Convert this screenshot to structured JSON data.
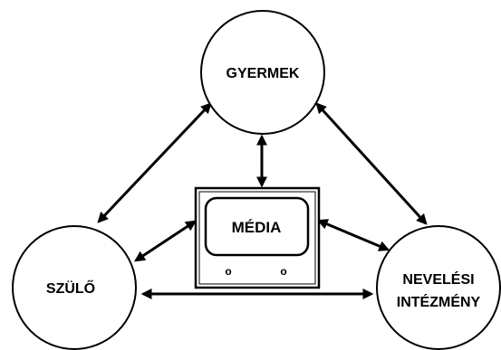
{
  "nodes": {
    "child": {
      "label": "GYERMEK"
    },
    "parent": {
      "label": "SZÜLŐ"
    },
    "institution": {
      "label_line1": "NEVELÉSI",
      "label_line2": "INTÉZMÉNY"
    },
    "media": {
      "label": "MÉDIA",
      "knob_left": "o",
      "knob_right": "o"
    }
  },
  "connections": [
    {
      "from": "GYERMEK",
      "to": "SZÜLŐ",
      "direction": "bidirectional"
    },
    {
      "from": "GYERMEK",
      "to": "NEVELÉSI INTÉZMÉNY",
      "direction": "bidirectional"
    },
    {
      "from": "SZÜLŐ",
      "to": "NEVELÉSI INTÉZMÉNY",
      "direction": "bidirectional"
    },
    {
      "from": "GYERMEK",
      "to": "MÉDIA",
      "direction": "bidirectional"
    },
    {
      "from": "SZÜLŐ",
      "to": "MÉDIA",
      "direction": "bidirectional"
    },
    {
      "from": "NEVELÉSI INTÉZMÉNY",
      "to": "MÉDIA",
      "direction": "bidirectional"
    }
  ]
}
